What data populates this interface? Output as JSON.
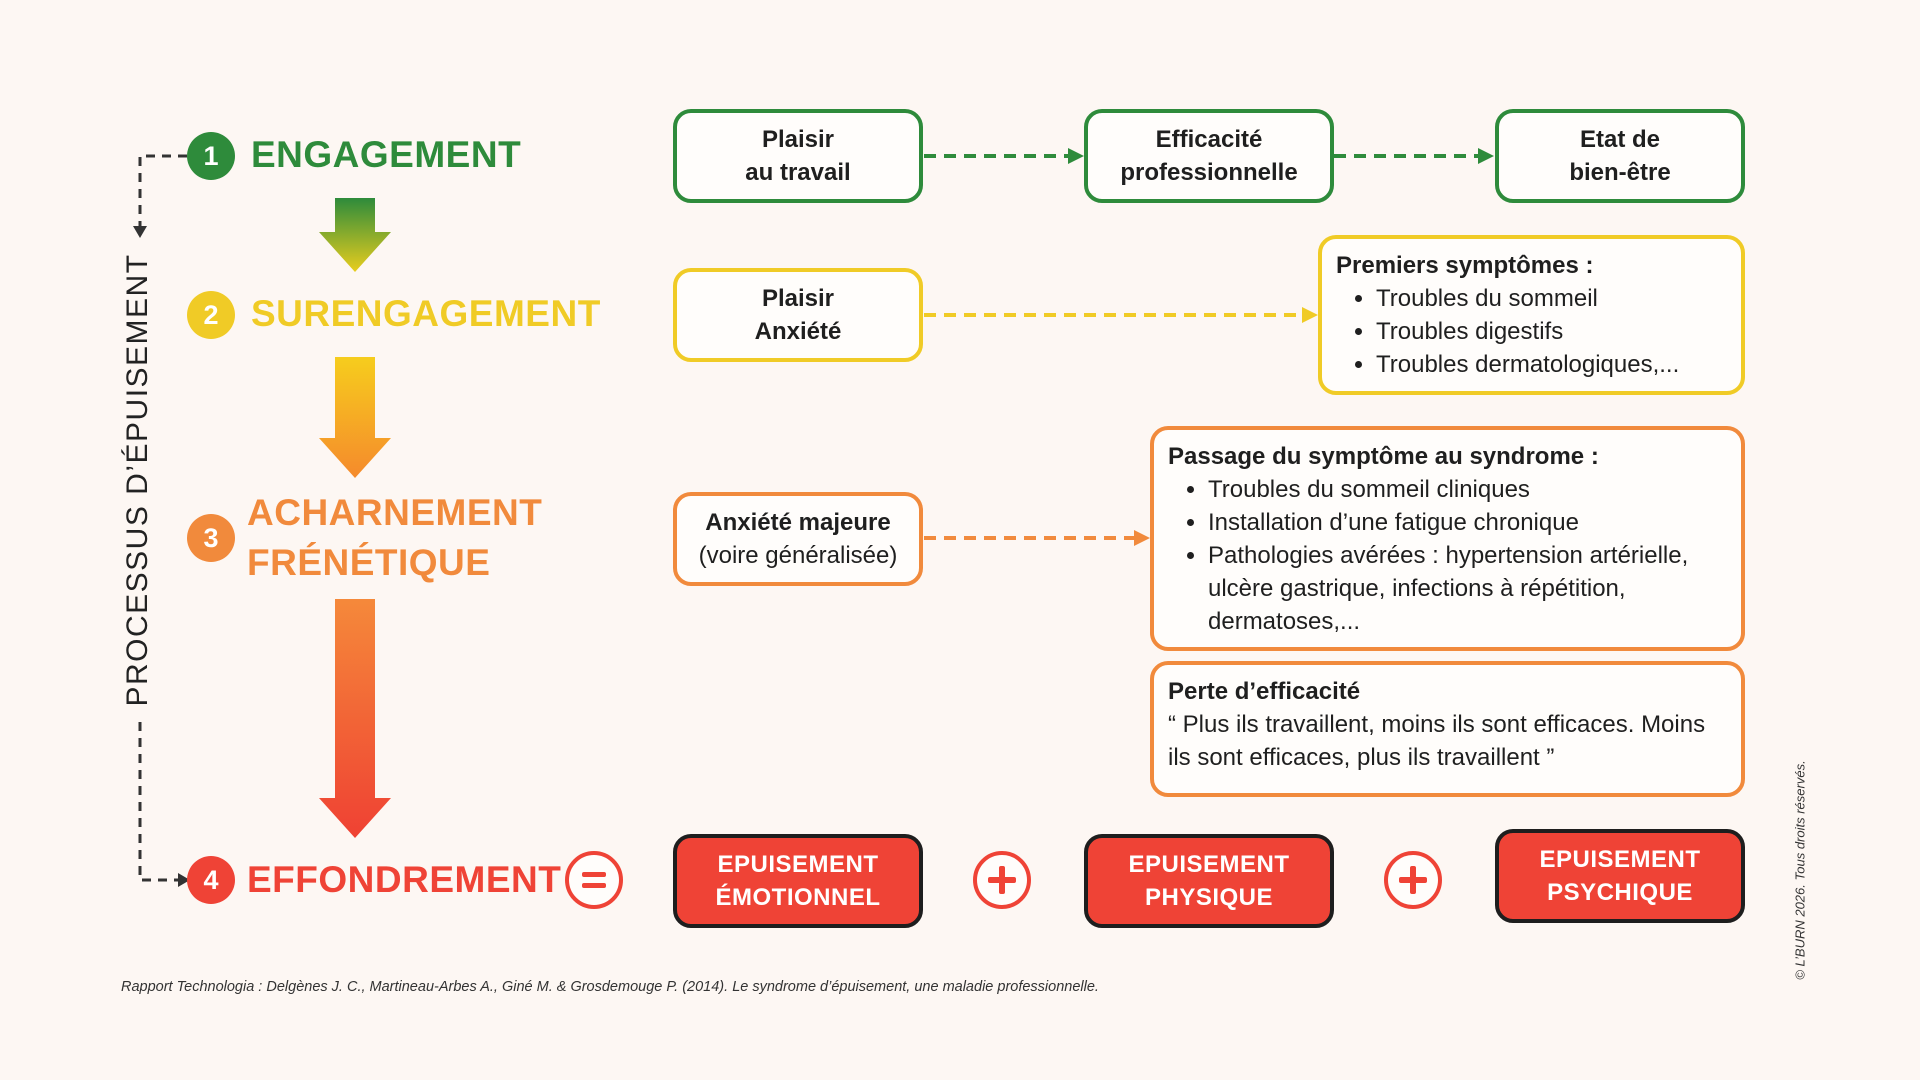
{
  "process_label": "PROCESSUS D’ÉPUISEMENT",
  "colors": {
    "green": "#2e8b3b",
    "yellow": "#f0cb26",
    "orange": "#f18a3c",
    "red": "#ef4336",
    "background": "#fdf7f3"
  },
  "stages": [
    {
      "number": "1",
      "label": "ENGAGEMENT",
      "color": "#2e8b3b"
    },
    {
      "number": "2",
      "label": "SURENGAGEMENT",
      "color": "#f0cb26"
    },
    {
      "number": "3",
      "label_line1": "ACHARNEMENT",
      "label_line2": "FRÉNÉTIQUE",
      "color": "#f18a3c"
    },
    {
      "number": "4",
      "label": "EFFONDREMENT",
      "color": "#ef4336"
    }
  ],
  "row1": {
    "boxes": [
      {
        "line1": "Plaisir",
        "line2": "au travail"
      },
      {
        "line1": "Efficacité",
        "line2": "professionnelle"
      },
      {
        "line1": "Etat de",
        "line2": "bien-être"
      }
    ]
  },
  "row2": {
    "box": {
      "line1": "Plaisir",
      "line2": "Anxiété"
    },
    "symptoms": {
      "title": "Premiers symptômes :",
      "items": [
        "Troubles du sommeil",
        "Troubles digestifs",
        "Troubles dermatologiques,..."
      ]
    }
  },
  "row3": {
    "box": {
      "line1": "Anxiété majeure",
      "line2": "(voire généralisée)"
    },
    "syndrome": {
      "title": "Passage du symptôme au syndrome :",
      "items": [
        "Troubles du sommeil cliniques",
        "Installation d’une fatigue chronique",
        "Pathologies avérées : hypertension artérielle, ulcère gastrique, infections à répétition, dermatoses,..."
      ]
    },
    "efficiency": {
      "title": "Perte d’efficacité",
      "quote": "“ Plus ils travaillent, moins ils sont efficaces. Moins ils sont efficaces, plus ils travaillent ”"
    }
  },
  "row4": {
    "boxes": [
      {
        "line1": "EPUISEMENT",
        "line2": "ÉMOTIONNEL"
      },
      {
        "line1": "EPUISEMENT",
        "line2": "PHYSIQUE"
      },
      {
        "line1": "EPUISEMENT",
        "line2": "PSYCHIQUE"
      }
    ]
  },
  "source": "Rapport Technologia : Delgènes J. C., Martineau-Arbes A., Giné M. & Grosdemouge P. (2014). Le syndrome d’épuisement, une maladie professionnelle.",
  "copyright": "© L’BURN 2026. Tous droits réservés."
}
